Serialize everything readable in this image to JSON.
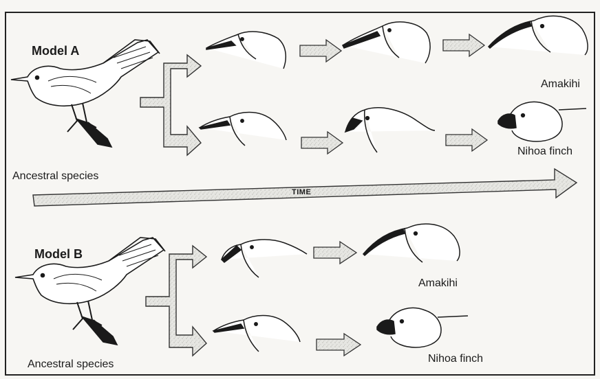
{
  "models": [
    {
      "label": "Model A",
      "ancestor_label": "Ancestral species",
      "top_descendant": "Amakihi",
      "bottom_descendant": "Nihoa finch"
    },
    {
      "label": "Model B",
      "ancestor_label": "Ancestral species",
      "top_descendant": "Amakihi",
      "bottom_descendant": "Nihoa finch"
    }
  ],
  "time_label": "TIME",
  "colors": {
    "background": "#f7f6f3",
    "ink": "#1a1a1a",
    "arrow_fill": "#e4e4e0",
    "arrow_stroke": "#333333"
  }
}
